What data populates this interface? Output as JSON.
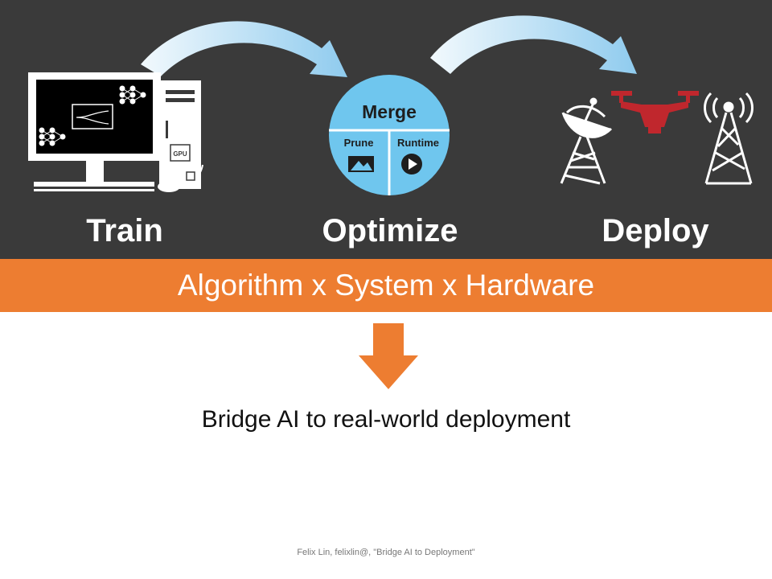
{
  "stages": {
    "train": "Train",
    "optimize": "Optimize",
    "deploy": "Deploy"
  },
  "optimize_circle": {
    "top_label": "Merge",
    "left_label": "Prune",
    "right_label": "Runtime"
  },
  "gpu_label": "GPU",
  "banner": "Algorithm x System x Hardware",
  "tagline": "Bridge AI to real-world deployment",
  "footer": "Felix Lin, felixlin@, \"Bridge AI to Deployment\"",
  "colors": {
    "panel_background": "#3a3a3a",
    "banner": "#ed7d31",
    "down_arrow": "#ed7d31",
    "flow_arrow": "#9dd3ef",
    "circle_fill": "#6fc6ee",
    "drone": "#c0272d"
  },
  "icons": [
    "curved-arrow-icon",
    "computer-icon",
    "neural-network-icon",
    "gpu-tower-icon",
    "satellite-dish-icon",
    "drone-icon",
    "radio-tower-icon",
    "play-icon",
    "image-icon",
    "down-arrow-icon"
  ]
}
